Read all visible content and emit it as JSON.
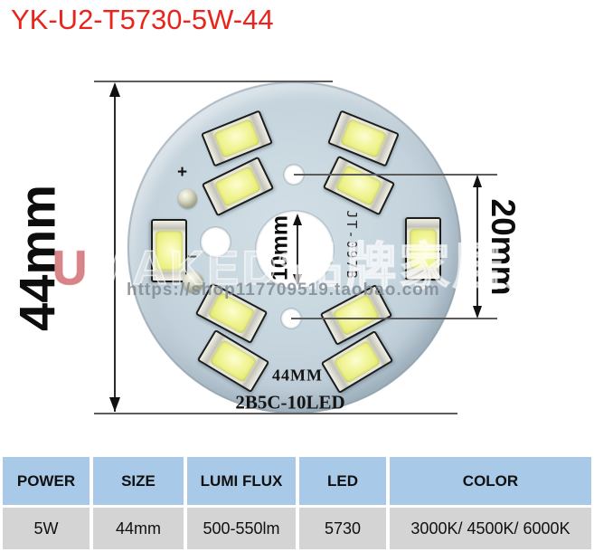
{
  "title": "YK-U2-T5730-5W-44",
  "diagram": {
    "dim_width": "44mm",
    "dim_hole_spacing": "20mm",
    "dim_center_hole": "10mm",
    "silkscreen_code": "JT-097B",
    "silkscreen_size": "44MM",
    "silkscreen_model": "2B5C-10LED",
    "polarity_positive": "+",
    "polarity_negative": "−",
    "led_count": 10
  },
  "watermark": {
    "brand_initial": "U",
    "brand_rest": "MAKED",
    "registered": "®",
    "brand_cn": "品牌家居店",
    "url": "https://shop117709519.taobao.com"
  },
  "spec_table": {
    "headers": [
      "POWER",
      "SIZE",
      "LUMI FLUX",
      "LED",
      "COLOR"
    ],
    "values": [
      "5W",
      "44mm",
      "500-550lm",
      "5730",
      "3000K/ 4500K/ 6000K"
    ]
  },
  "colors": {
    "title_red": "#ea241c",
    "table_header_bg": "#a9c9e8",
    "table_row_bg": "#d4d4d4",
    "pcb_base": "#c6d5de",
    "led_phosphor": "#f2f59a"
  }
}
